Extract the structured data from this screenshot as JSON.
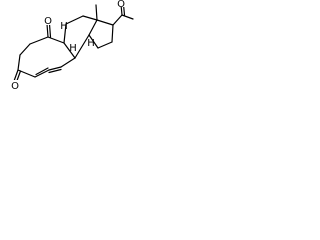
{
  "molecule": {
    "atom_labels": {
      "ring_ketone_top": "O",
      "ring_ketone_left": "O",
      "acetyl_oxygen": "O",
      "stereo_h1": "H",
      "stereo_h2": "H",
      "stereo_h3": "H"
    }
  }
}
